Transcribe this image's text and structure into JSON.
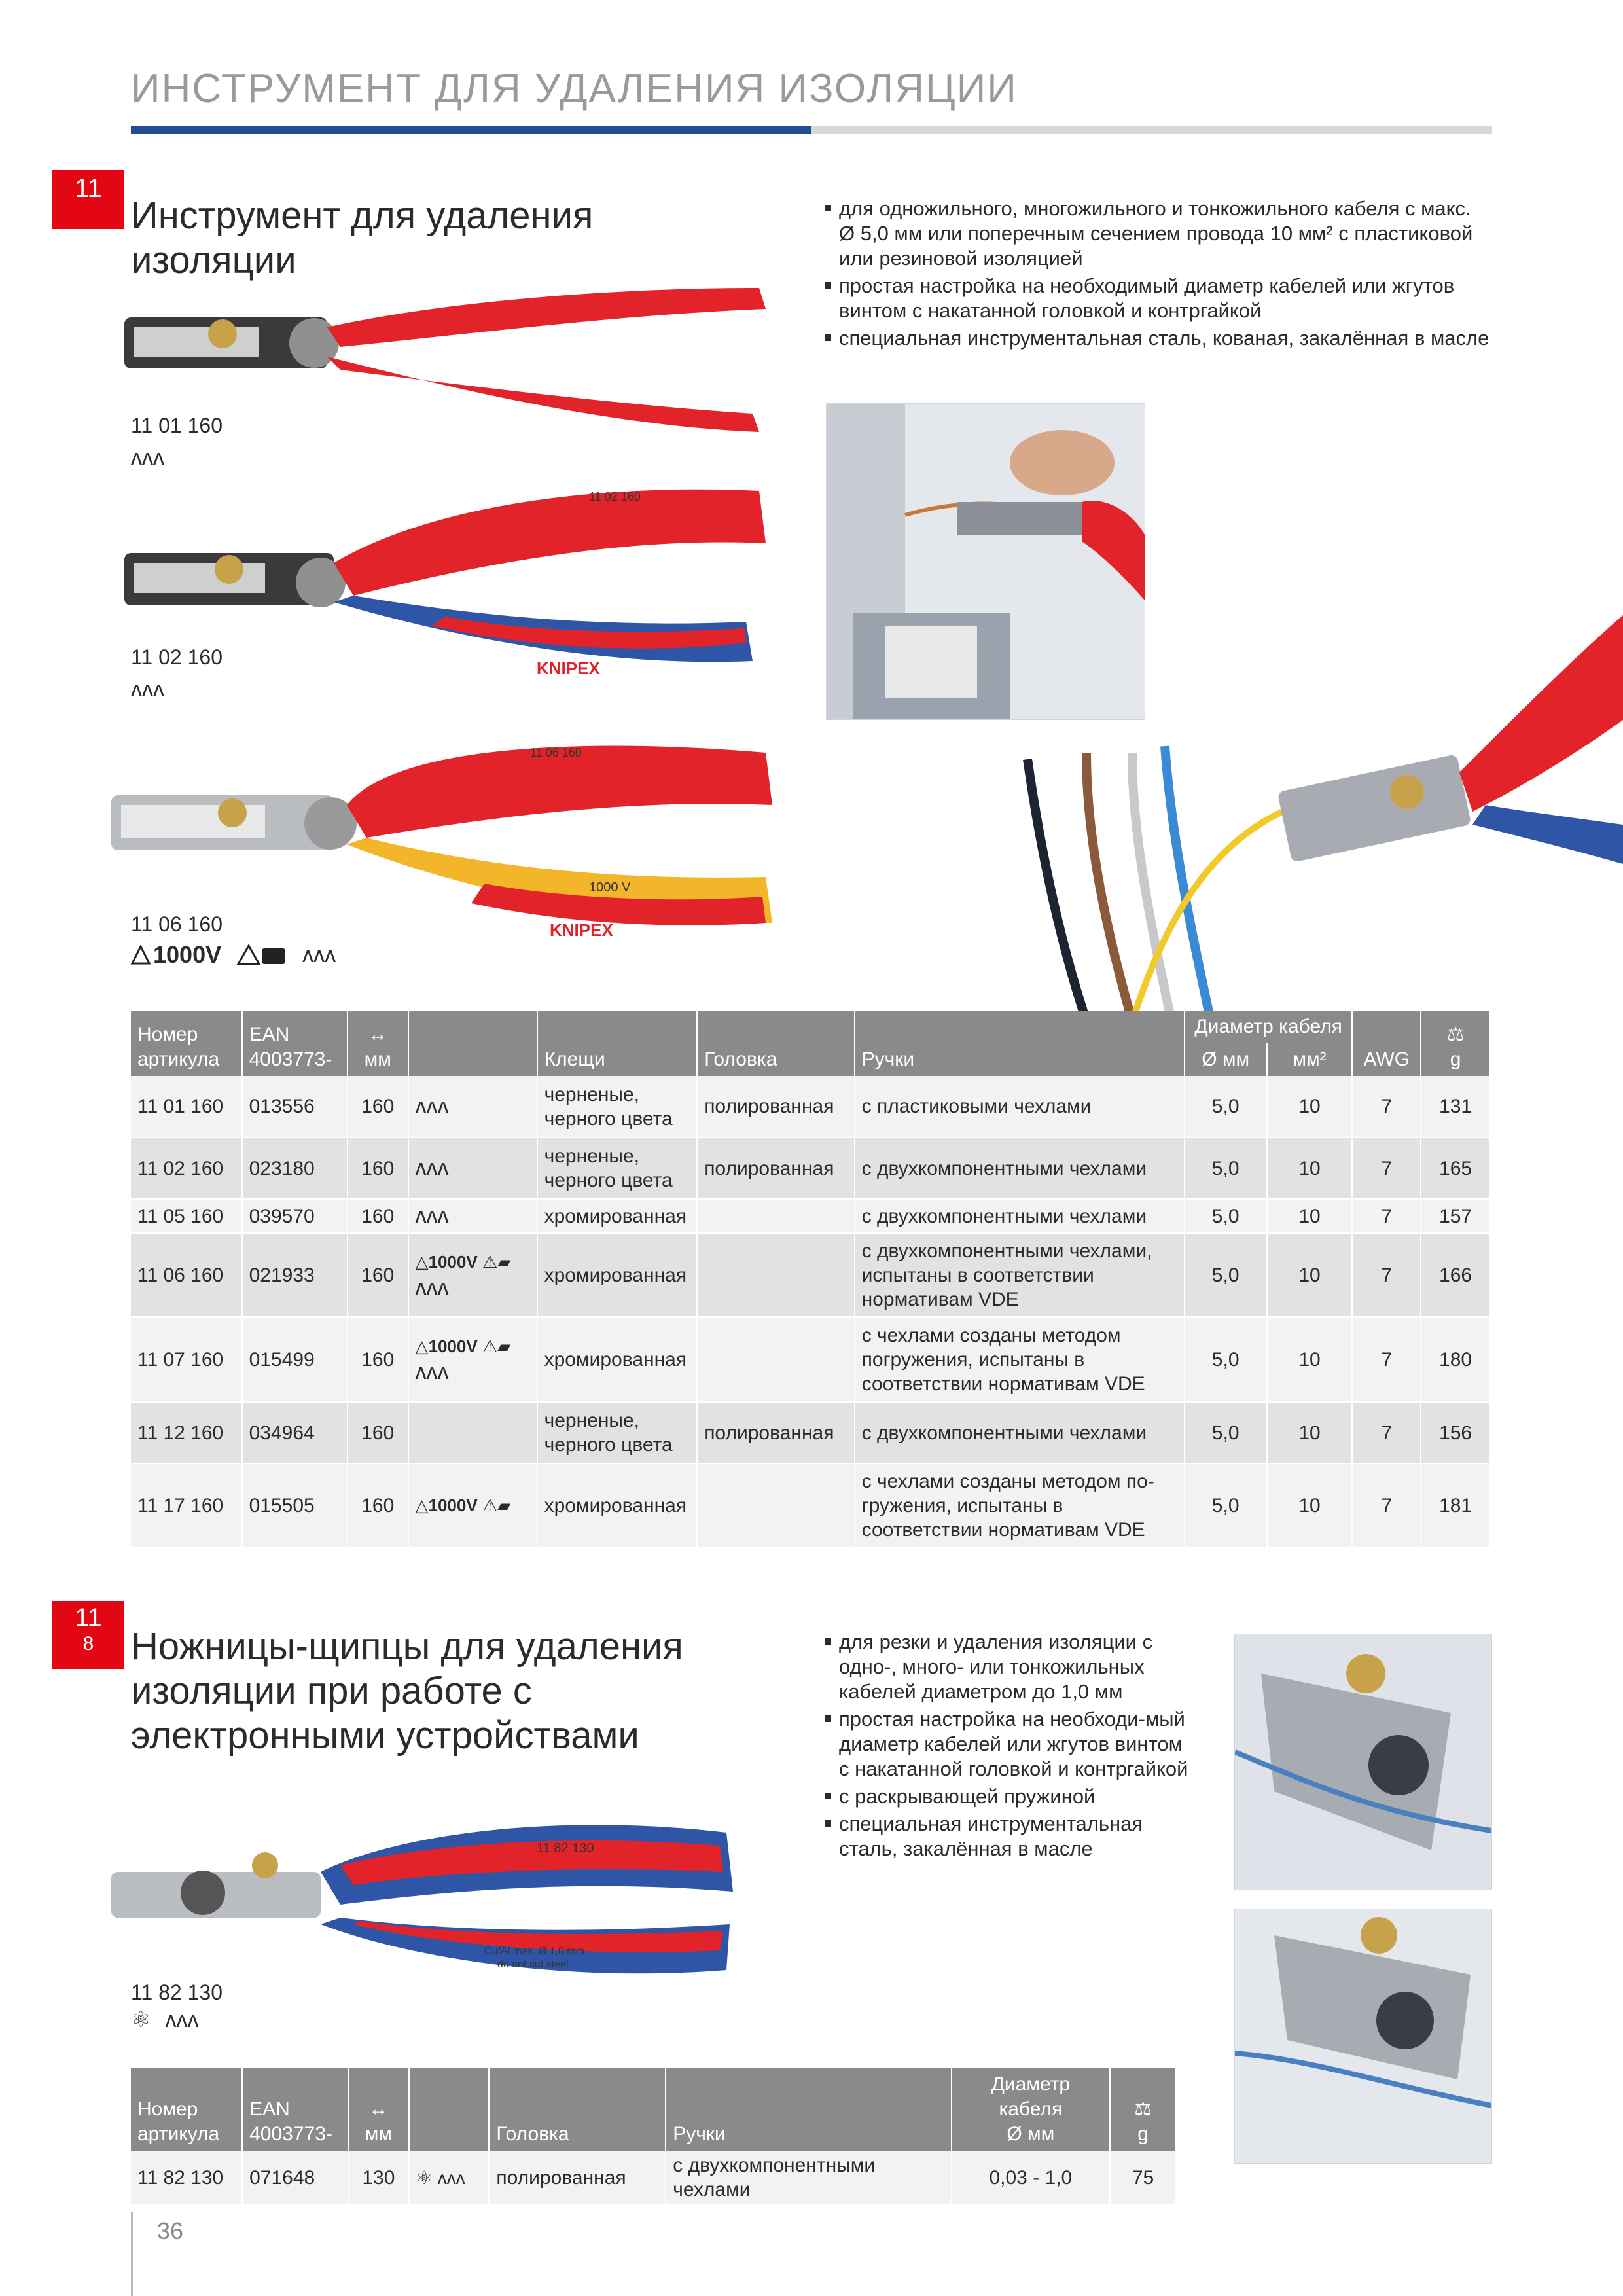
{
  "header": {
    "title": "ИНСТРУМЕНТ ДЛЯ УДАЛЕНИЯ ИЗОЛЯЦИИ"
  },
  "colors": {
    "accent_red": "#e30613",
    "header_blue": "#1f4e96",
    "table_header": "#8a8a8a",
    "handle_red": "#e2232a",
    "handle_blue": "#2f56a6"
  },
  "section1": {
    "badge": "11",
    "title_line1": "Инструмент для удаления",
    "title_line2": "изоляции",
    "bullets": [
      "для одножильного, многожильного и тонкожильного кабеля с макс. Ø 5,0 мм или поперечным сечением провода 10 мм² с пластиковой или резиновой изоляцией",
      "простая настройка на необходимый диаметр кабелей или жгутов винтом с накатанной головкой и контргайкой",
      "специальная инструментальная сталь, кованая, закалённая в масле"
    ],
    "products": [
      {
        "code": "11 01 160",
        "icons": [
          "spring-icon"
        ]
      },
      {
        "code": "11 02 160",
        "icons": [
          "spring-icon"
        ]
      },
      {
        "code": "11 06 160",
        "volt": "1000V",
        "icons": [
          "vde-icon",
          "spring-icon"
        ]
      }
    ],
    "table": {
      "header_group": "Диаметр кабеля",
      "headers": [
        "Номер артикула",
        "EAN 4003773-",
        "мм",
        "",
        "Клещи",
        "Головка",
        "Ручки",
        "Ø мм",
        "мм²",
        "AWG",
        "g"
      ],
      "rows": [
        {
          "article": "11 01 160",
          "ean": "013556",
          "mm": "160",
          "symbols": [
            "spring"
          ],
          "pliers": "черненые, черного цвета",
          "head": "полированная",
          "handles": "с пластиковыми чехлами",
          "d": "5,0",
          "mm2": "10",
          "awg": "7",
          "g": "131"
        },
        {
          "article": "11 02 160",
          "ean": "023180",
          "mm": "160",
          "symbols": [
            "spring"
          ],
          "pliers": "черненые, черного цвета",
          "head": "полированная",
          "handles": "с двухкомпонентными чехлами",
          "d": "5,0",
          "mm2": "10",
          "awg": "7",
          "g": "165"
        },
        {
          "article": "11 05 160",
          "ean": "039570",
          "mm": "160",
          "symbols": [
            "spring"
          ],
          "pliers": "хромированная",
          "head": "",
          "handles": "с двухкомпонентными чехлами",
          "d": "5,0",
          "mm2": "10",
          "awg": "7",
          "g": "157"
        },
        {
          "article": "11 06 160",
          "ean": "021933",
          "mm": "160",
          "symbols": [
            "volt",
            "spring"
          ],
          "pliers": "хромированная",
          "head": "",
          "handles": "с двухкомпонентными чехлами, испытаны в соответствии нормативам VDE",
          "d": "5,0",
          "mm2": "10",
          "awg": "7",
          "g": "166"
        },
        {
          "article": "11 07 160",
          "ean": "015499",
          "mm": "160",
          "symbols": [
            "volt",
            "spring"
          ],
          "pliers": "хромированная",
          "head": "",
          "handles": "с чехлами созданы методом погружения, испытаны в соответствии нормативам VDE",
          "d": "5,0",
          "mm2": "10",
          "awg": "7",
          "g": "180"
        },
        {
          "article": "11 12 160",
          "ean": "034964",
          "mm": "160",
          "symbols": [],
          "pliers": "черненые, черного цвета",
          "head": "полированная",
          "handles": "с двухкомпонентными чехлами",
          "d": "5,0",
          "mm2": "10",
          "awg": "7",
          "g": "156"
        },
        {
          "article": "11 17 160",
          "ean": "015505",
          "mm": "160",
          "symbols": [
            "volt"
          ],
          "pliers": "хромированная",
          "head": "",
          "handles": "с чехлами созданы методом по-гружения, испытаны в соответствии нормативам VDE",
          "d": "5,0",
          "mm2": "10",
          "awg": "7",
          "g": "181"
        }
      ]
    }
  },
  "section2": {
    "badge": "11",
    "badge_sub": "8",
    "title_line1": "Ножницы-щипцы для удаления",
    "title_line2": "изоляции при работе с",
    "title_line3": "электронными устройствами",
    "bullets": [
      "для резки и удаления изоляции с одно-, много- или тонкожильных кабелей диаметром до 1,0 мм",
      "простая настройка на необходи-мый диаметр кабелей или жгутов винтом с накатанной головкой и контргайкой",
      "с раскрывающей пружиной",
      "специальная инструментальная сталь, закалённая в масле"
    ],
    "product_code": "11 82 130",
    "table": {
      "headers": [
        "Номер артикула",
        "EAN 4003773-",
        "мм",
        "",
        "Головка",
        "Ручки",
        "Диаметр кабеля Ø мм",
        "g"
      ],
      "rows": [
        {
          "article": "11 82 130",
          "ean": "071648",
          "mm": "130",
          "head": "полированная",
          "handles": "с двухкомпонентными чехлами",
          "d": "0,03 - 1,0",
          "g": "75"
        }
      ]
    }
  },
  "tool_prints": {
    "t1": "11 02 160",
    "t2": "11 06 160",
    "t3": "1000 V",
    "brand": "KNIPEX",
    "t4": "11 82 130",
    "t5": "Cu/Al max. Ø 1,0 mm",
    "t6": "do not cut steel"
  },
  "page": {
    "number": "36"
  }
}
